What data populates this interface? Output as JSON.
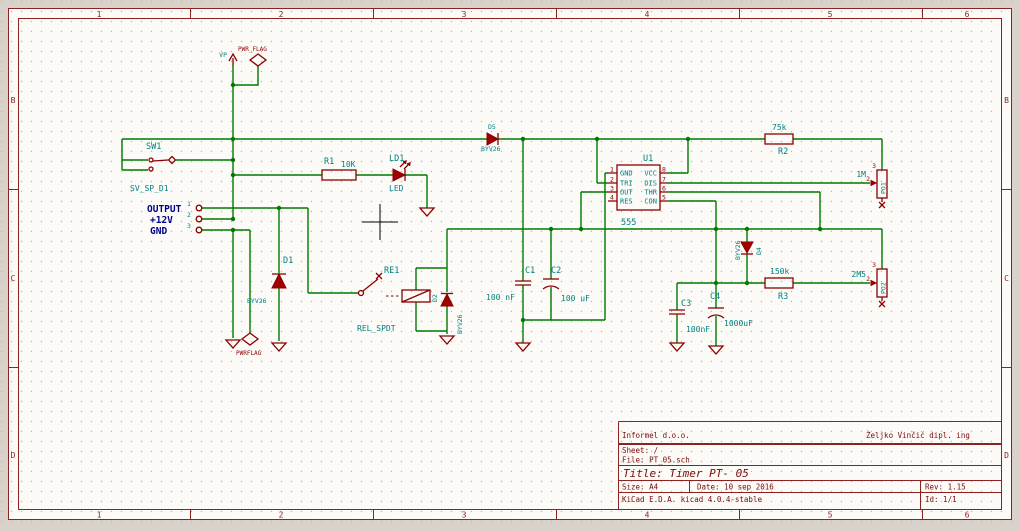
{
  "colors": {
    "wire": "#007a00",
    "component_outline": "#8b0000",
    "diode_fill": "#a00000",
    "value_text": "#008080",
    "net_label_text": "#00008b",
    "frame": "#8b2323",
    "sheet_background": "#fcfbf7",
    "margin_background": "#d8d2cb"
  },
  "frame": {
    "columns": [
      "1",
      "2",
      "3",
      "4",
      "5",
      "6"
    ],
    "rows": [
      "B",
      "C",
      "D"
    ]
  },
  "title_block": {
    "company": "Informel d.o.o.",
    "author": "Željko Vinčić dipl. ing",
    "sheet": "Sheet: /",
    "file": "File: PT_05.sch",
    "title": "Title: Timer PT- 05",
    "size": "Size: A4",
    "date": "Date: 10 sep 2016",
    "rev": "Rev: 1.15",
    "tool": "KiCad E.D.A.  kicad 4.0.4-stable",
    "id": "Id: 1/1"
  },
  "power": {
    "vp": "VP",
    "pwr_flag_top": "PWR_FLAG",
    "pwr_flag_bottom": "PWRFLAG"
  },
  "connector": {
    "labels": [
      "OUTPUT",
      "+12V",
      "GND"
    ],
    "pin_numbers": [
      "1",
      "2",
      "3"
    ]
  },
  "components": {
    "sw1": {
      "ref": "SW1",
      "value": "SV_SP_D1"
    },
    "r1": {
      "ref": "R1",
      "value": "10K"
    },
    "r2": {
      "ref": "R2",
      "value": "75k"
    },
    "r3": {
      "ref": "R3",
      "value": "150k"
    },
    "ld1": {
      "ref": "LD1",
      "value": "LED"
    },
    "d1": {
      "ref": "D1",
      "value": "BYV26"
    },
    "d2": {
      "ref": "D2",
      "value": "BYV26"
    },
    "d4": {
      "ref": "D4",
      "value": "BYV26"
    },
    "d5": {
      "ref": "D5",
      "value": "BYV26"
    },
    "re1": {
      "ref": "RE1",
      "value": "REL_SPDT"
    },
    "c1": {
      "ref": "C1",
      "value": "100 nF"
    },
    "c2": {
      "ref": "C2",
      "value": "100 uF"
    },
    "c3": {
      "ref": "C3",
      "value": "100nF"
    },
    "c4": {
      "ref": "C4",
      "value": "1000uF"
    },
    "po1": {
      "ref": "PO1",
      "value": "1M",
      "pin_top": "3",
      "pin_wiper": "2"
    },
    "po2": {
      "ref": "PO2",
      "value": "2M5",
      "pin_top": "3",
      "pin_wiper": "2"
    },
    "u1": {
      "ref": "U1",
      "value": "555",
      "left_numbers": [
        "1",
        "2",
        "3",
        "4"
      ],
      "left_names": [
        "GND",
        "TRI",
        "OUT",
        "RES"
      ],
      "right_numbers": [
        "8",
        "7",
        "6",
        "5"
      ],
      "right_names": [
        "VCC",
        "DIS",
        "THR",
        "CON"
      ]
    }
  }
}
